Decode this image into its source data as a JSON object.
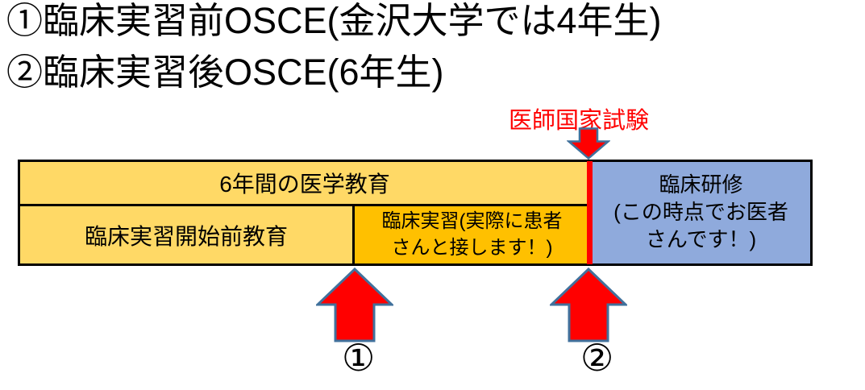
{
  "heading": {
    "line1": "①臨床実習前OSCE(金沢大学では4年生)",
    "line2": "②臨床実習後OSCE(6年生)"
  },
  "exam_label": "医師国家試験",
  "diagram": {
    "top_cell": "6年間の医学教育",
    "pre_clinical_cell": "臨床実習開始前教育",
    "clinical_cell": "臨床実習(実際に患者\nさんと接します！)",
    "residency_cell": "臨床研修\n(この時点でお医者\nさんです！)"
  },
  "markers": {
    "one": "①",
    "two": "②"
  },
  "colors": {
    "gold_fill": "#FFD966",
    "orange_fill": "#FFC000",
    "blue_fill": "#8FAADC",
    "red_accent": "#FF0000",
    "arrow_fill": "#FF0000",
    "arrow_outline": "#41719C",
    "border": "#000000"
  }
}
